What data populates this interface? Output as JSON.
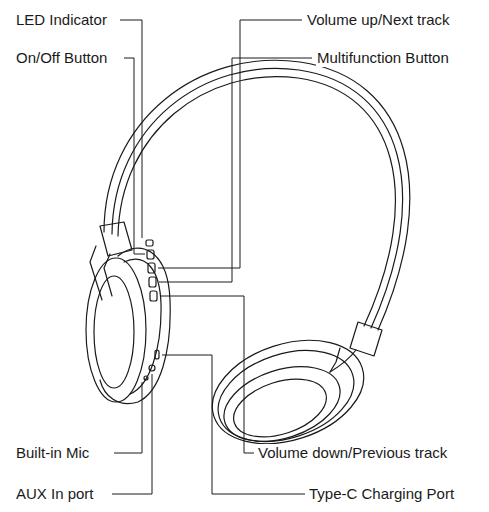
{
  "diagram": {
    "labels": [
      "LED Indicator",
      "Volume up/Next track",
      "On/Off Button",
      "Multifunction Button",
      "Built-in Mic",
      "Volume down/Previous track",
      "AUX In port",
      "Type-C Charging Port"
    ]
  }
}
